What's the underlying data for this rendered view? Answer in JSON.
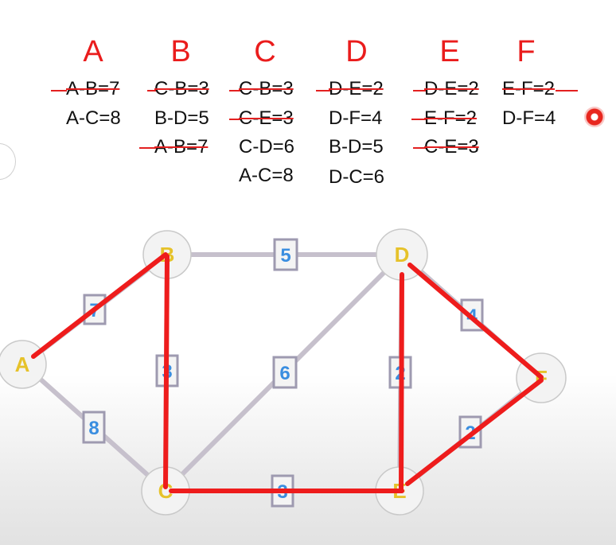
{
  "columns": [
    {
      "header": "A",
      "entries": [
        {
          "text": "A-B=7",
          "struck": true
        },
        {
          "text": "A-C=8",
          "struck": false
        }
      ]
    },
    {
      "header": "B",
      "entries": [
        {
          "text": "C-B=3",
          "struck": true
        },
        {
          "text": "B-D=5",
          "struck": false
        },
        {
          "text": "A-B=7",
          "struck": true
        }
      ]
    },
    {
      "header": "C",
      "entries": [
        {
          "text": "C-B=3",
          "struck": true
        },
        {
          "text": "C-E=3",
          "struck": true
        },
        {
          "text": "C-D=6",
          "struck": false
        },
        {
          "text": "A-C=8",
          "struck": false
        }
      ]
    },
    {
      "header": "D",
      "entries": [
        {
          "text": "D-E=2",
          "struck": true
        },
        {
          "text": "D-F=4",
          "struck": false
        },
        {
          "text": "B-D=5",
          "struck": false
        },
        {
          "text": "D-C=6",
          "struck": false
        }
      ]
    },
    {
      "header": "E",
      "entries": [
        {
          "text": "D-E=2",
          "struck": true
        },
        {
          "text": "E-F=2",
          "struck": true
        },
        {
          "text": "C-E=3",
          "struck": true
        }
      ]
    },
    {
      "header": "F",
      "entries": [
        {
          "text": "E-F=2",
          "struck": true
        },
        {
          "text": "D-F=4",
          "struck": false
        }
      ]
    }
  ],
  "graph": {
    "nodes": [
      "A",
      "B",
      "C",
      "D",
      "E",
      "F"
    ],
    "edges": [
      {
        "from": "A",
        "to": "B",
        "weight": "7",
        "in_mst": true
      },
      {
        "from": "A",
        "to": "C",
        "weight": "8",
        "in_mst": false
      },
      {
        "from": "B",
        "to": "C",
        "weight": "3",
        "in_mst": true
      },
      {
        "from": "B",
        "to": "D",
        "weight": "5",
        "in_mst": false
      },
      {
        "from": "C",
        "to": "D",
        "weight": "6",
        "in_mst": false
      },
      {
        "from": "C",
        "to": "E",
        "weight": "3",
        "in_mst": true
      },
      {
        "from": "D",
        "to": "E",
        "weight": "2",
        "in_mst": true
      },
      {
        "from": "D",
        "to": "F",
        "weight": "4",
        "in_mst": true
      },
      {
        "from": "E",
        "to": "F",
        "weight": "2",
        "in_mst": true
      }
    ]
  },
  "colors": {
    "header": "#ea1c1c",
    "strike": "#e32020",
    "mst_edge": "#ee1c1c",
    "edge": "#c6c0cc",
    "node_label": "#e6c22a",
    "weight_text": "#3a8ee0"
  }
}
